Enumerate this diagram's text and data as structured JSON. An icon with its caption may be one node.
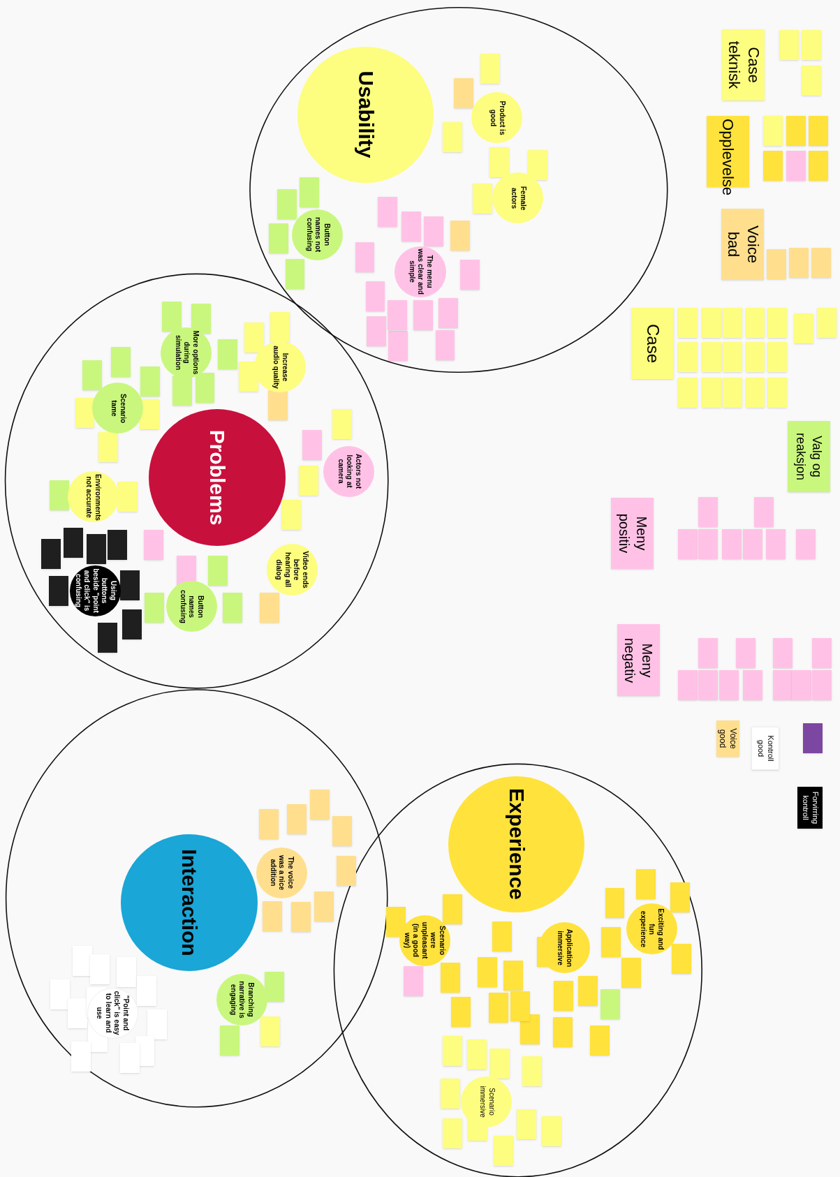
{
  "diagram": {
    "nodes": [
      {
        "text": [
          "Usability"
        ]
      },
      {
        "text": [
          "Product is good"
        ]
      },
      {
        "text": [
          "Female actors"
        ]
      },
      {
        "text": [
          "Button names not confusing"
        ]
      },
      {
        "text": [
          "The menu was clear and simple"
        ]
      },
      {
        "text": [
          "Problems"
        ]
      },
      {
        "text": [
          "Increase audio quality"
        ]
      },
      {
        "text": [
          "More options during simulation"
        ]
      },
      {
        "text": [
          "Scenario tame"
        ]
      },
      {
        "text": [
          "Actors not looking at camera"
        ]
      },
      {
        "text": [
          "Environments not accurate"
        ]
      },
      {
        "text": [
          "Video ends before hearing all dialog"
        ]
      },
      {
        "text": [
          "Button names confusing"
        ]
      },
      {
        "text": [
          "Using buttons beside \"point and click\" is confusing"
        ]
      },
      {
        "text": [
          "Interaction"
        ]
      },
      {
        "text": [
          "The voice was a nice addition"
        ]
      },
      {
        "text": [
          "Branching narrative is engaging"
        ]
      },
      {
        "text": [
          "\"Point and click\" is easy to learn and use"
        ]
      },
      {
        "text": [
          "Experience"
        ]
      },
      {
        "text": [
          "Exciting and fun experience"
        ]
      },
      {
        "text": [
          "Application immersive"
        ]
      },
      {
        "text": [
          "Scenario were unpleasant (in a good way)"
        ]
      },
      {
        "text": [
          "Scenario immersive"
        ]
      },
      {
        "text": [
          "Case teknisk"
        ]
      },
      {
        "text": [
          "Opplevelse"
        ]
      },
      {
        "text": [
          "Voice bad"
        ]
      },
      {
        "text": [
          "Case"
        ]
      },
      {
        "text": [
          "Valg og reaksjon"
        ]
      },
      {
        "text": [
          "Meny positiv"
        ]
      },
      {
        "text": [
          "Meny negativ"
        ]
      },
      {
        "text": [
          "Voice good"
        ]
      },
      {
        "text": [
          "Kontroll good"
        ]
      },
      {
        "text": [
          "Forvirring kontroll"
        ]
      }
    ]
  }
}
